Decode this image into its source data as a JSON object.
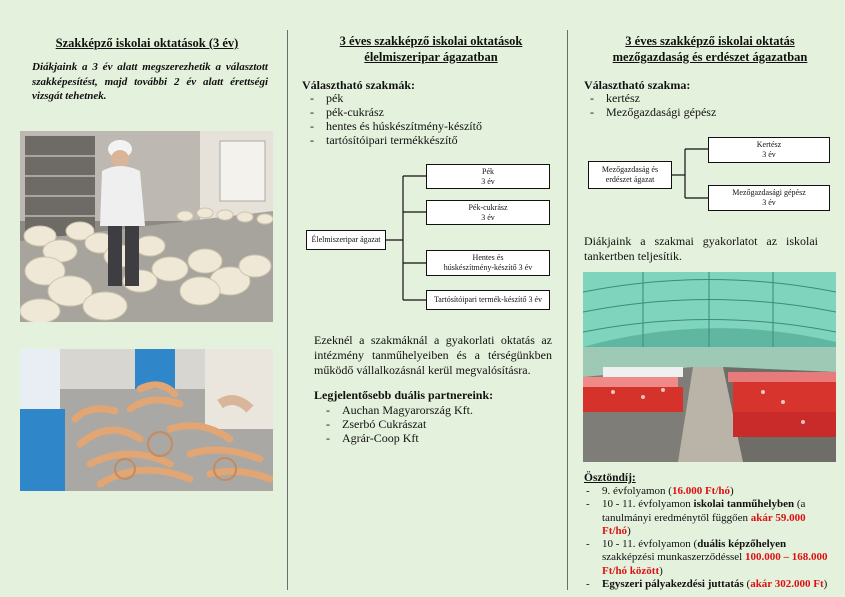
{
  "col1": {
    "title": "Szakképző iskolai oktatások (3 év)",
    "intro": "Diákjaink a 3 év alatt megszerezhetik a választott szakképesítést, majd további 2 év alatt érettségi vizsgát tehetnek."
  },
  "col2": {
    "title_l1": "3 éves szakképző iskolai oktatások",
    "title_l2": "élelmiszeripar ágazatban",
    "choose_label": "Választható szakmák:",
    "items": [
      "pék",
      "pék-cukrász",
      "hentes és húskészítmény-készítő",
      "tartósítóipari termékkészítő"
    ],
    "diagram": {
      "root": "Élelmiszeripar ágazat",
      "b1_l1": "Pék",
      "b1_l2": "3 év",
      "b2_l1": "Pék-cukrász",
      "b2_l2": "3 év",
      "b3_l1": "Hentes és",
      "b3_l2": "húskészítmény-készítő 3 év",
      "b4": "Tartósítóipari termék-készítő 3 év"
    },
    "practice": "Ezeknél a szakmáknál a gyakorlati oktatás az intézmény tanműhelyeiben és a térségünkben működő vállalkozásnál kerül megvalósításra.",
    "partners_label": "Legjelentősebb duális partnereink:",
    "partners": [
      "Auchan Magyarország Kft.",
      "Zserbó Cukrászat",
      "Agrár-Coop Kft"
    ]
  },
  "col3": {
    "title_l1": "3 éves szakképző iskolai oktatás",
    "title_l2": "mezőgazdaság és erdészet ágazatban",
    "choose_label": "Választható szakma:",
    "items": [
      "kertész",
      "Mezőgazdasági gépész"
    ],
    "diagram": {
      "root_l1": "Mezőgazdaság és",
      "root_l2": "erdészet ágazat",
      "b1_l1": "Kertész",
      "b1_l2": "3 év",
      "b2_l1": "Mezőgazdasági gépész",
      "b2_l2": "3 év"
    },
    "practice": "Diákjaink a szakmai gyakorlatot az iskolai tankertben teljesítik.",
    "scholarship_label": "Ösztöndíj:",
    "s1_a": "9. évfolyamon (",
    "s1_red": "16.000 Ft/hó",
    "s1_c": ")",
    "s2_a": "10 - 11. évfolyamon ",
    "s2_b": "iskolai tanműhelyben",
    "s2_c": " (a tanulmányi eredménytől függően ",
    "s2_red": "akár 59.000 Ft/hó",
    "s2_d": ")",
    "s3_a": "10 - 11. évfolyamon (",
    "s3_b": "duális képzőhelyen",
    "s3_c": " szakképzési munkaszerződéssel ",
    "s3_red": "100.000 – 168.000 Ft/hó között",
    "s3_d": ")",
    "s4_b": "Egyszeri pályakezdési juttatás",
    "s4_c": " (",
    "s4_red": "akár 302.000 Ft",
    "s4_d": ")"
  }
}
